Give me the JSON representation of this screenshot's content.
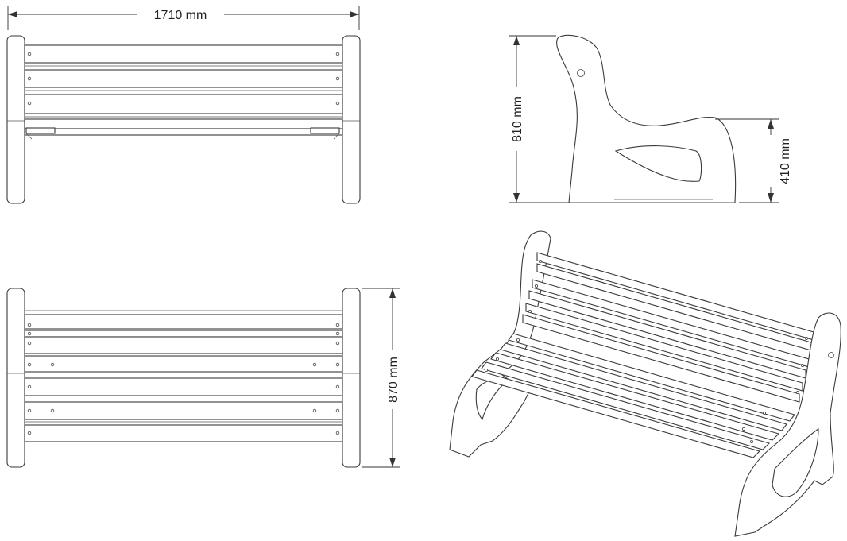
{
  "dimensions": {
    "length": "1710 mm",
    "height": "810 mm",
    "seat_height": "410 mm",
    "depth": "870 mm"
  }
}
